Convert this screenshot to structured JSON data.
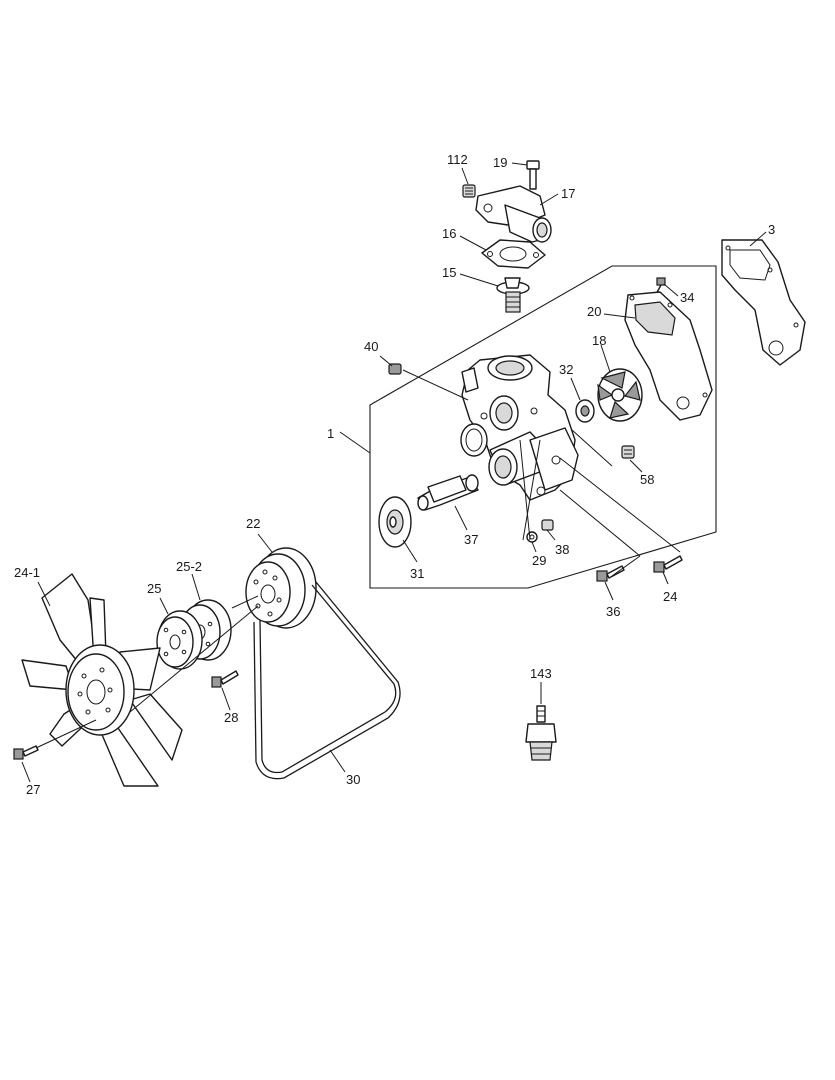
{
  "callouts": {
    "c112": "112",
    "c19": "19",
    "c17": "17",
    "c16": "16",
    "c15": "15",
    "c3": "3",
    "c34": "34",
    "c20": "20",
    "c18": "18",
    "c40": "40",
    "c32": "32",
    "c1": "1",
    "c58": "58",
    "c37": "37",
    "c38": "38",
    "c29": "29",
    "c31": "31",
    "c22": "22",
    "c24": "24",
    "c36": "36",
    "c24_1": "24-1",
    "c25_2": "25-2",
    "c25": "25",
    "c28": "28",
    "c30": "30",
    "c27": "27",
    "c143": "143"
  }
}
